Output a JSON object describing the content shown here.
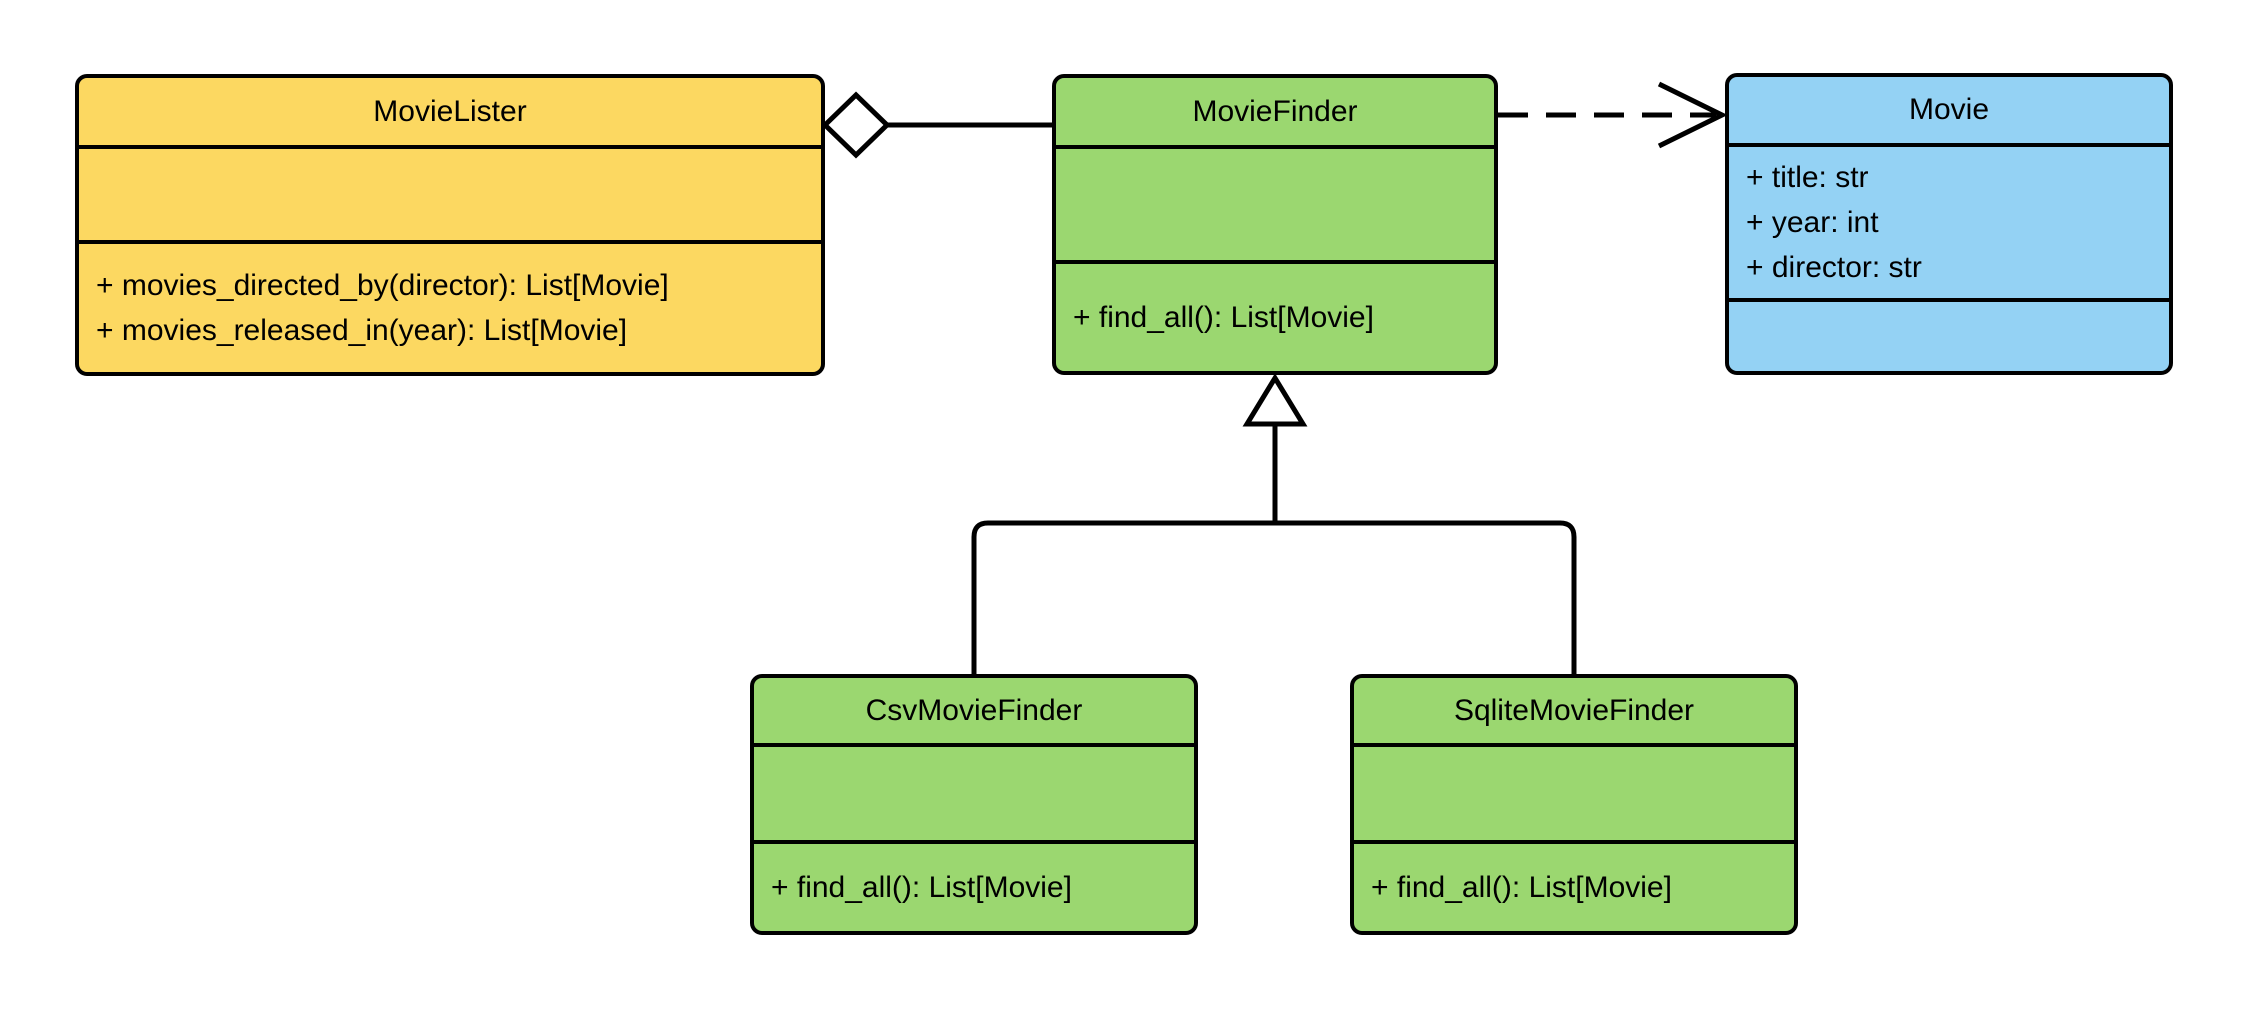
{
  "diagram": {
    "type": "uml-class-diagram",
    "background": "#ffffff",
    "colors": {
      "border": "#000000",
      "text": "#000000",
      "yellow_fill": "#FCD861",
      "green_fill": "#9BD770",
      "blue_fill": "#94D2F4",
      "connector": "#000000",
      "marker_fill": "#ffffff"
    },
    "classes": {
      "movie_lister": {
        "name": "MovieLister",
        "fill": "#FCD861",
        "attributes": [],
        "methods": [
          "+ movies_directed_by(director): List[Movie]",
          "+ movies_released_in(year): List[Movie]"
        ]
      },
      "movie_finder": {
        "name": "MovieFinder",
        "fill": "#9BD770",
        "attributes": [],
        "methods": [
          "+ find_all(): List[Movie]"
        ]
      },
      "movie": {
        "name": "Movie",
        "fill": "#94D2F4",
        "attributes": [
          "+ title: str",
          "+ year: int",
          "+ director: str"
        ],
        "methods": []
      },
      "csv_movie_finder": {
        "name": "CsvMovieFinder",
        "fill": "#9BD770",
        "attributes": [],
        "methods": [
          "+ find_all(): List[Movie]"
        ]
      },
      "sqlite_movie_finder": {
        "name": "SqliteMovieFinder",
        "fill": "#9BD770",
        "attributes": [],
        "methods": [
          "+ find_all(): List[Movie]"
        ]
      }
    },
    "relationships": [
      {
        "type": "aggregation",
        "owner": "MovieLister",
        "part": "MovieFinder",
        "marker": "hollow-diamond-at-MovieLister",
        "line": "solid"
      },
      {
        "type": "dependency",
        "from": "MovieFinder",
        "to": "Movie",
        "marker": "open-arrow-at-Movie",
        "line": "dashed"
      },
      {
        "type": "inheritance",
        "child": "CsvMovieFinder",
        "parent": "MovieFinder",
        "marker": "hollow-triangle-at-MovieFinder",
        "line": "solid"
      },
      {
        "type": "inheritance",
        "child": "SqliteMovieFinder",
        "parent": "MovieFinder",
        "marker": "hollow-triangle-at-MovieFinder",
        "line": "solid"
      }
    ]
  }
}
